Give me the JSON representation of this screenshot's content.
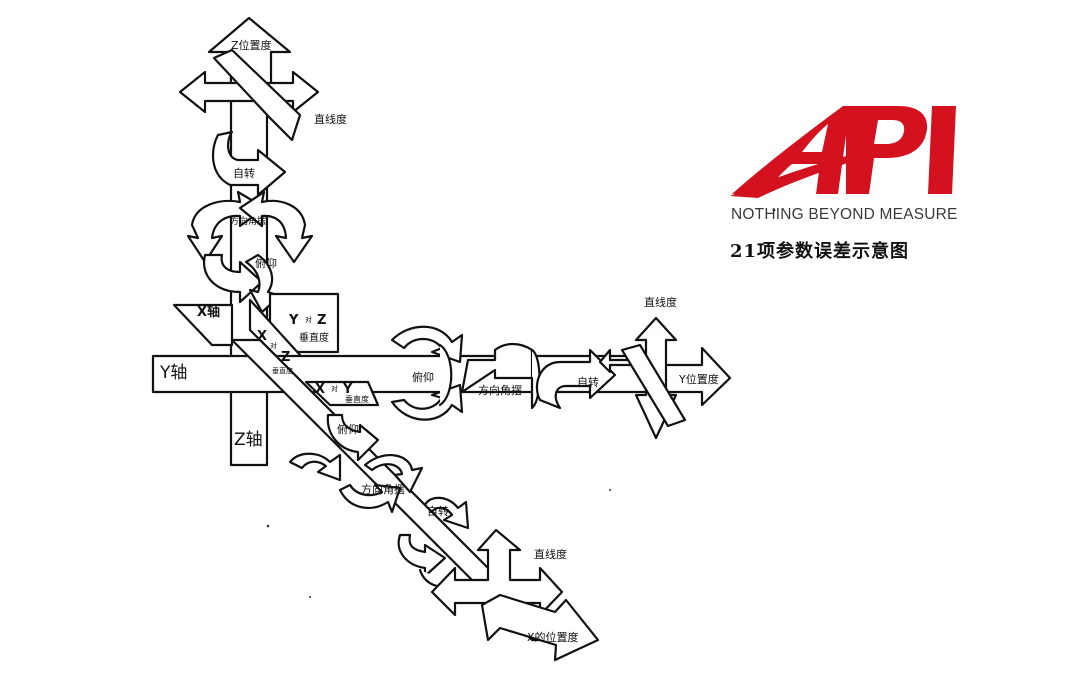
{
  "brand": {
    "logo_text": "API",
    "tagline": "NOTHING BEYOND MEASURE",
    "caption": "21项参数误差示意图",
    "color": "#d4111e"
  },
  "diagram": {
    "axes": {
      "x_axis": "X轴",
      "y_axis": "Y轴",
      "z_axis": "Z轴"
    },
    "perpendicularity": {
      "xz_x": "X",
      "xz_sep": "对",
      "xz_z": "Z",
      "xz_label": "垂直度",
      "yz_y": "Y",
      "yz_sep": "对",
      "yz_z": "Z",
      "yz_label": "垂直度",
      "xy_x": "X",
      "xy_sep": "对",
      "xy_y": "Y",
      "xy_label": "垂直度"
    },
    "z_arm": {
      "position": "Z位置度",
      "straightness": "直线度",
      "roll": "自转",
      "yaw": "方向角摆",
      "pitch": "俯仰"
    },
    "y_arm": {
      "pitch": "俯仰",
      "yaw": "方向角摆",
      "roll": "自转",
      "straightness": "直线度",
      "position": "Y位置度"
    },
    "x_arm": {
      "pitch": "俯仰",
      "yaw": "方向角摆",
      "roll": "自转",
      "straightness": "直线度",
      "position": "X的位置度"
    }
  }
}
